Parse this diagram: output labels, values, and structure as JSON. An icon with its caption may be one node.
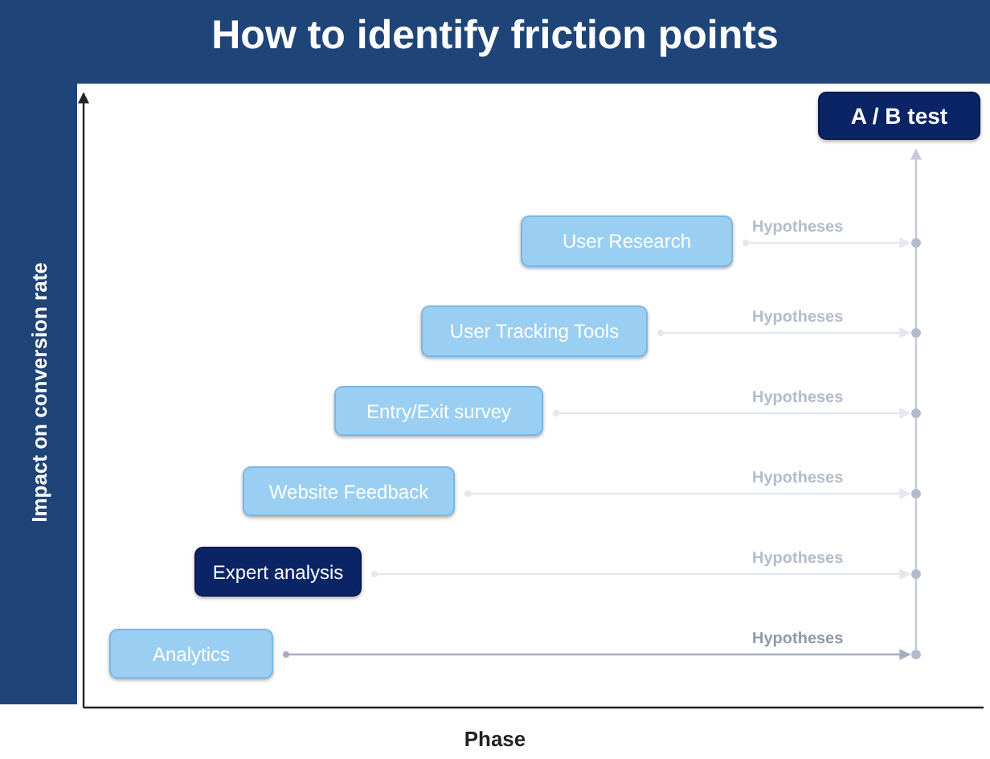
{
  "diagram": {
    "title": "How to identify friction points",
    "nodes": [
      {
        "text": [
          "A / B test"
        ]
      },
      {
        "text": [
          "User Research"
        ]
      },
      {
        "text": [
          "User Tracking Tools"
        ]
      },
      {
        "text": [
          "Entry/Exit survey"
        ]
      },
      {
        "text": [
          "Website Feedback"
        ]
      },
      {
        "text": [
          "Expert analysis"
        ]
      },
      {
        "text": [
          "Analytics"
        ]
      },
      {
        "text": [],
        "shape": "circle"
      },
      {
        "text": [],
        "shape": "circle"
      },
      {
        "text": [],
        "shape": "circle"
      },
      {
        "text": [],
        "shape": "circle"
      },
      {
        "text": [],
        "shape": "circle"
      },
      {
        "text": [],
        "shape": "circle"
      }
    ],
    "edges": [
      {
        "from": 1,
        "to": 7,
        "arrow": "to",
        "label": "Hypotheses"
      },
      {
        "from": 2,
        "to": 8,
        "arrow": "to",
        "label": "Hypotheses"
      },
      {
        "from": 3,
        "to": 9,
        "arrow": "to",
        "label": "Hypotheses"
      },
      {
        "from": 4,
        "to": 10,
        "arrow": "to",
        "label": "Hypotheses"
      },
      {
        "from": 5,
        "to": 11,
        "arrow": "to",
        "label": "Hypotheses"
      },
      {
        "from": 6,
        "to": 12,
        "arrow": "to",
        "label": "Hypotheses",
        "color": "#a3aec2"
      },
      {
        "from": 12,
        "to": 0,
        "arrow": "to",
        "color": "#c5ccd8"
      }
    ],
    "labels": [
      "Impact on conversion rate",
      "Phase"
    ]
  }
}
